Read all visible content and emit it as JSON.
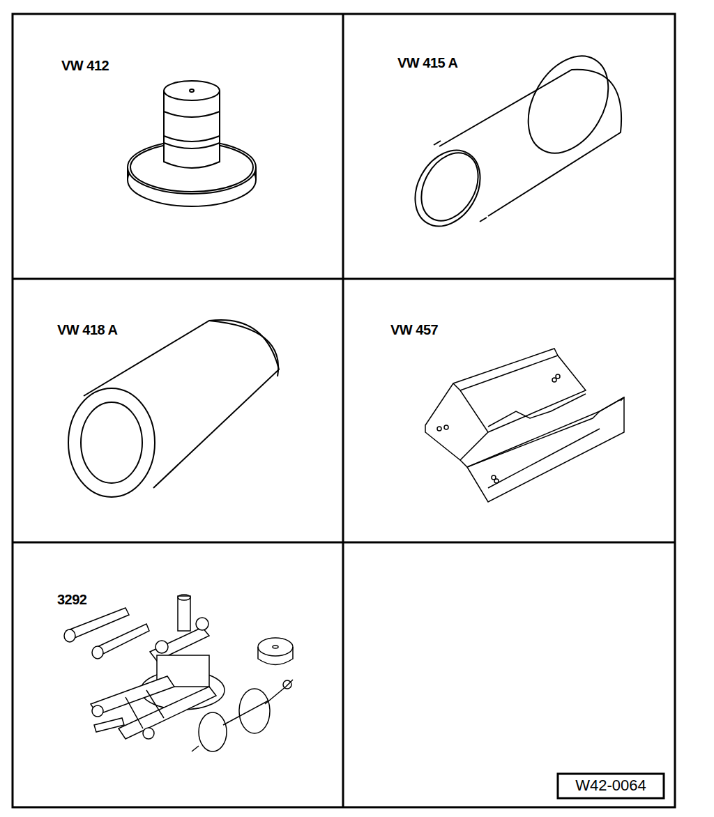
{
  "diagram": {
    "labels": [
      "VW 412",
      "VW 415 A",
      "VW 418 A",
      "VW 457",
      "3292",
      "W42-0064"
    ]
  }
}
